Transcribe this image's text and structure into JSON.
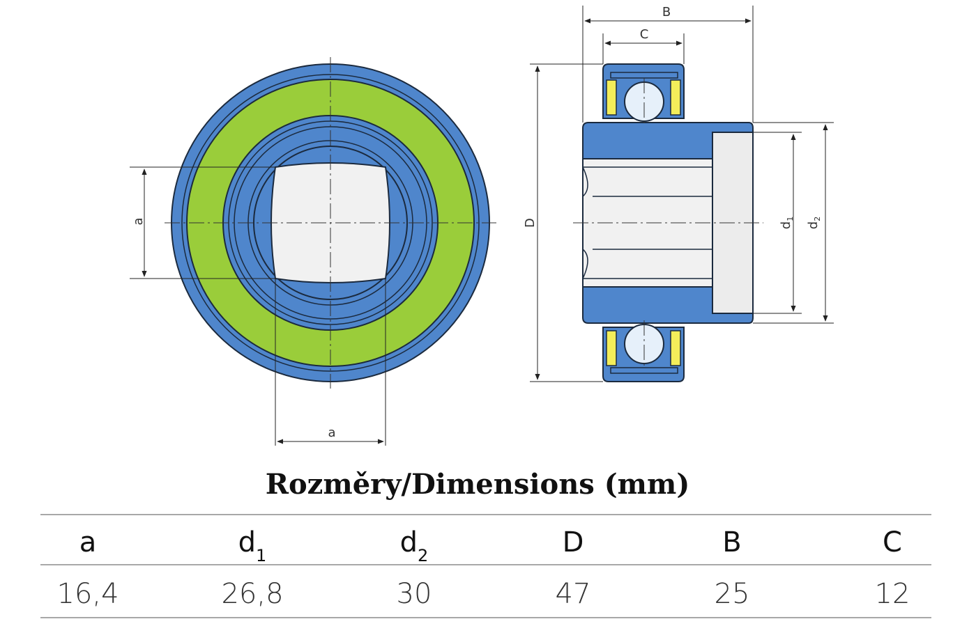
{
  "figure": {
    "front_view_labels": {
      "a_vertical": "a",
      "a_horizontal": "a"
    },
    "side_view_labels": {
      "B": "B",
      "C": "C",
      "D": "D",
      "d1": "d",
      "d1_sub": "1",
      "d2": "d",
      "d2_sub": "2"
    },
    "colors": {
      "outline": "#1b2a3e",
      "ring_blue": "#4f86cc",
      "ring_green": "#9acd3a",
      "bore_light": "#f1f1f1",
      "ball": "#e6f0fa",
      "cage": "#f3ee5a",
      "dimension_line": "#222222"
    }
  },
  "table": {
    "title": "Rozměry/Dimensions (mm)",
    "headers": [
      {
        "main": "a",
        "sub": ""
      },
      {
        "main": "d",
        "sub": "1"
      },
      {
        "main": "d",
        "sub": "2"
      },
      {
        "main": "D",
        "sub": ""
      },
      {
        "main": "B",
        "sub": ""
      },
      {
        "main": "C",
        "sub": ""
      }
    ],
    "values": [
      "16,4",
      "26,8",
      "30",
      "47",
      "25",
      "12"
    ]
  }
}
